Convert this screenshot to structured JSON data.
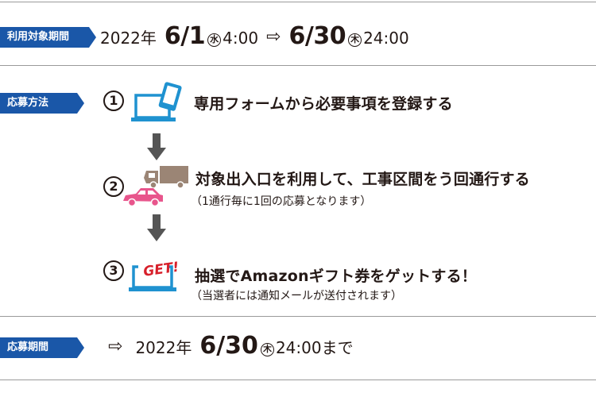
{
  "period": {
    "label": "利用対象期間",
    "start_year": "2022年",
    "start_date": "6/1",
    "start_weekday": "水",
    "start_time": "4:00",
    "arrow": "⇨",
    "end_date": "6/30",
    "end_weekday": "木",
    "end_time": "24:00"
  },
  "method": {
    "label": "応募方法",
    "steps": [
      {
        "num": "1",
        "text": "専用フォームから必要事項を登録する",
        "sub": ""
      },
      {
        "num": "2",
        "text": "対象出入口を利用して、工事区間をう回通行する",
        "sub": "（1通行毎に1回の応募となります）"
      },
      {
        "num": "3",
        "text": "抽選でAmazonギフト券をゲットする！",
        "sub": "（当選者には通知メールが送付されます）"
      }
    ],
    "get_label": "GET!"
  },
  "deadline": {
    "label": "応募期間",
    "arrow": "⇨",
    "year": "2022年",
    "date": "6/30",
    "weekday": "木",
    "time": "24:00まで"
  },
  "colors": {
    "tag_bg": "#1a57a8",
    "device": "#1f92d0",
    "truck": "#9b8575",
    "car": "#e8558c",
    "arrow": "#555555",
    "get_red": "#d7202b"
  }
}
